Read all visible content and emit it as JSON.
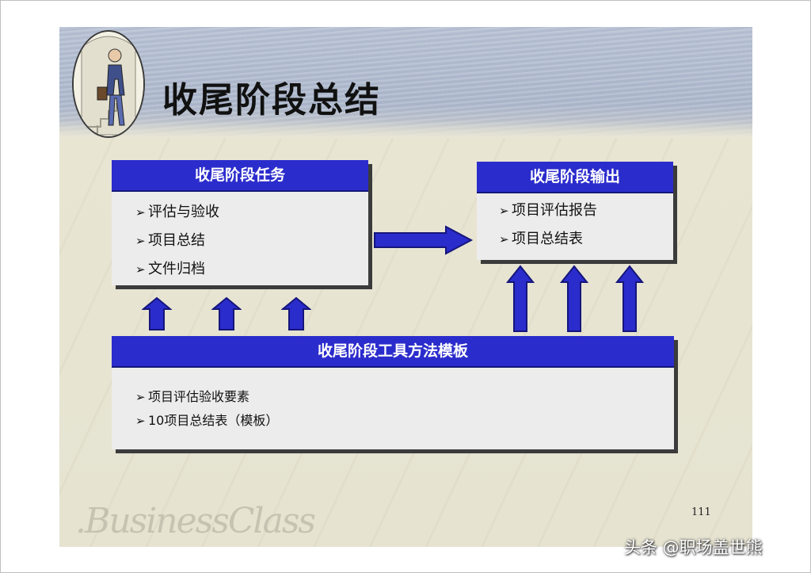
{
  "slide": {
    "title": "收尾阶段总结",
    "page_number": "111",
    "watermark": ".BusinessClass"
  },
  "tasks_box": {
    "header": "收尾阶段任务",
    "items": [
      "评估与验收",
      "项目总结",
      "文件归档"
    ]
  },
  "output_box": {
    "header": "收尾阶段输出",
    "items": [
      "项目评估报告",
      "项目总结表"
    ]
  },
  "tools_box": {
    "header": "收尾阶段工具方法模板",
    "items": [
      "项目评估验收要素",
      "10项目总结表（模板）"
    ]
  },
  "bullet_glyph": "➢",
  "credit": "头条 @职场盖世熊",
  "colors": {
    "box_header": "#2b2ccc",
    "arrow": "#2b2ccc",
    "header_band": "#aab4c9",
    "slide_bg": "#e9e6d6"
  }
}
